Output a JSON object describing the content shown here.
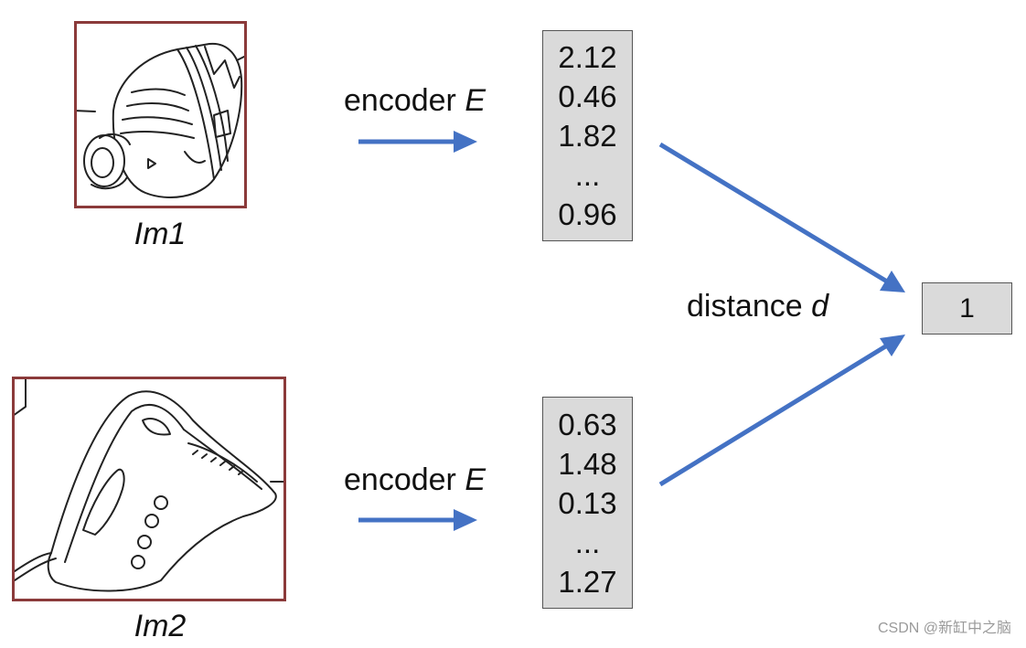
{
  "images": [
    {
      "caption": "Im1",
      "icon": "power-drill-head-drawing"
    },
    {
      "caption": "Im2",
      "icon": "handheld-device-drawing"
    }
  ],
  "encoder": {
    "prefix": "encoder ",
    "symbol": "E"
  },
  "vectors": [
    {
      "entries": [
        "2.12",
        "0.46",
        "1.82",
        "...",
        "0.96"
      ]
    },
    {
      "entries": [
        "0.63",
        "1.48",
        "0.13",
        "...",
        "1.27"
      ]
    }
  ],
  "distance": {
    "prefix": "distance ",
    "symbol": "d"
  },
  "result": "1",
  "watermark": "CSDN @新缸中之脑",
  "colors": {
    "arrow": "#4472c4",
    "frame": "#8b3a3a",
    "box_fill": "#dadada"
  }
}
